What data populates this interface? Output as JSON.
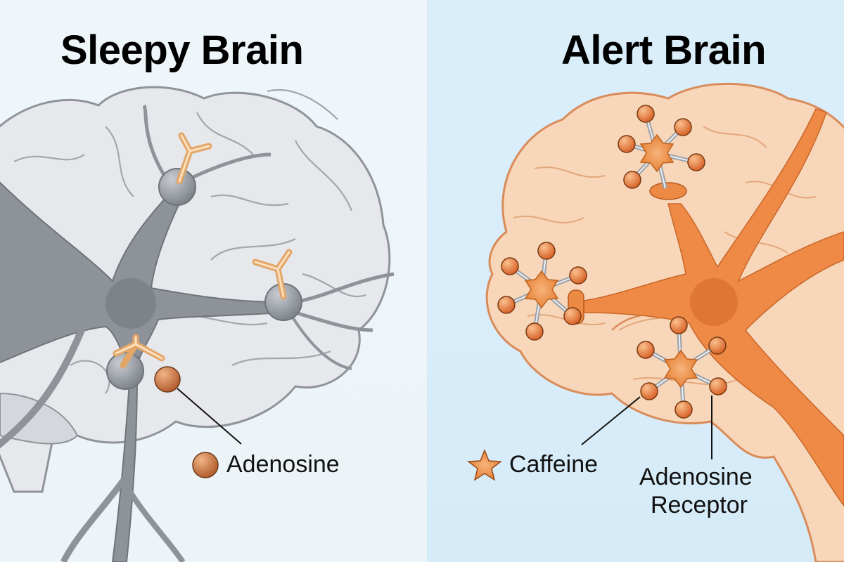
{
  "panels": {
    "sleepy": {
      "title": "Sleepy Brain",
      "label_adenosine": "Adenosine",
      "colors": {
        "background": "#eef6fa",
        "brain": "#e4e6ea",
        "brain_outline": "#8c9097",
        "neuron": "#8e9299",
        "receptor": "#f3c28c",
        "adenosine": "#c8713f"
      }
    },
    "alert": {
      "title": "Alert Brain",
      "label_caffeine": "Caffeine",
      "label_receptor_line1": "Adenosine",
      "label_receptor_line2": "Receptor",
      "colors": {
        "background": "#d8ecf8",
        "brain": "#f7d3b6",
        "brain_outline": "#d98c5a",
        "neuron": "#ee8a45",
        "caffeine": "#ec8a3c"
      }
    }
  }
}
